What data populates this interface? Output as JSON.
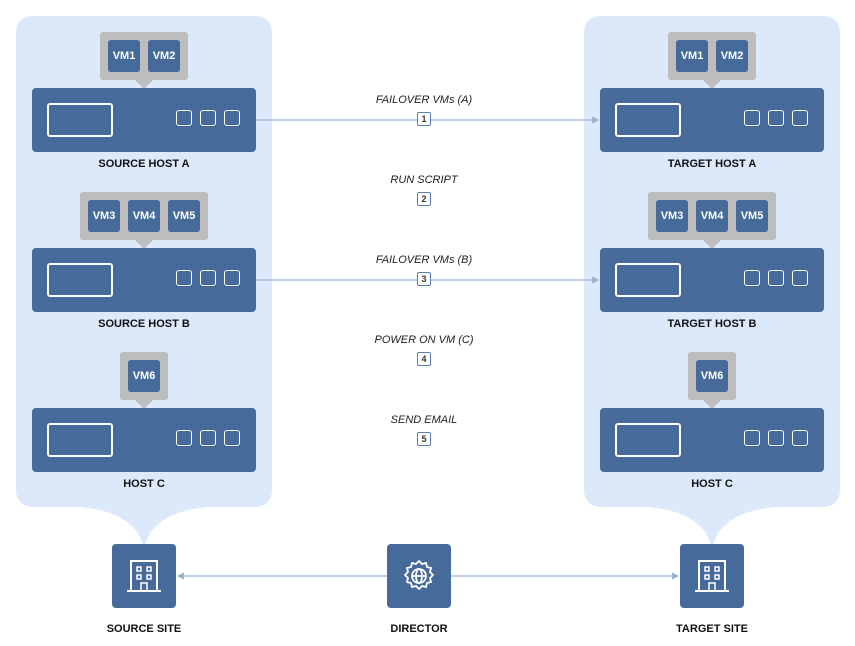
{
  "colors": {
    "panel": "#dce9fb",
    "host": "#466a9a",
    "bubble": "#bdbdbd",
    "line": "#9bb4d4"
  },
  "source_hosts": [
    {
      "label": "SOURCE HOST A",
      "vms": [
        "VM1",
        "VM2"
      ]
    },
    {
      "label": "SOURCE HOST B",
      "vms": [
        "VM3",
        "VM4",
        "VM5"
      ]
    },
    {
      "label": "HOST C",
      "vms": [
        "VM6"
      ]
    }
  ],
  "target_hosts": [
    {
      "label": "TARGET HOST A",
      "vms": [
        "VM1",
        "VM2"
      ]
    },
    {
      "label": "TARGET HOST B",
      "vms": [
        "VM3",
        "VM4",
        "VM5"
      ]
    },
    {
      "label": "HOST C",
      "vms": [
        "VM6"
      ]
    }
  ],
  "steps": [
    {
      "num": "1",
      "label": "FAILOVER VMs (A)"
    },
    {
      "num": "2",
      "label": "RUN SCRIPT"
    },
    {
      "num": "3",
      "label": "FAILOVER VMs (B)"
    },
    {
      "num": "4",
      "label": "POWER ON VM (C)"
    },
    {
      "num": "5",
      "label": "SEND EMAIL"
    }
  ],
  "sites": {
    "source": "SOURCE SITE",
    "director": "DIRECTOR",
    "target": "TARGET SITE"
  },
  "icons": {
    "site": "building-icon",
    "director": "gear-globe-icon"
  }
}
